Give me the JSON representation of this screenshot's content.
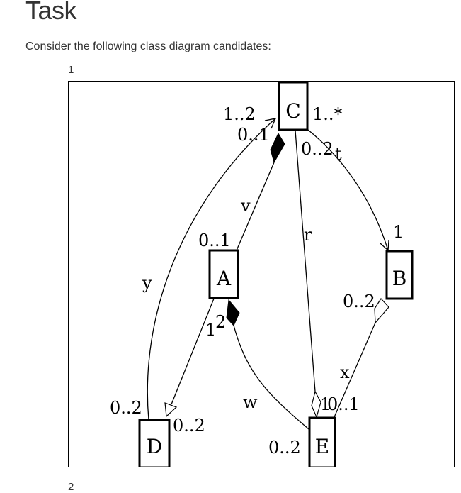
{
  "page": {
    "title": "Task",
    "intro": "Consider the following class diagram candidates:",
    "candidates": [
      {
        "label": "1"
      },
      {
        "label": "2"
      }
    ]
  },
  "diagram": {
    "classes": [
      {
        "id": "C",
        "label": "C"
      },
      {
        "id": "A",
        "label": "A"
      },
      {
        "id": "B",
        "label": "B"
      },
      {
        "id": "D",
        "label": "D"
      },
      {
        "id": "E",
        "label": "E"
      }
    ],
    "associations": [
      {
        "name": "v",
        "from": "A",
        "to": "C",
        "end_type": "composition-at-C",
        "mult_A": "0..1",
        "mult_C": "0..1"
      },
      {
        "name": "y",
        "from": "D",
        "to": "C",
        "end_type": "navigable-arrow-to-C",
        "mult_D": "0..2",
        "mult_C": "1..2"
      },
      {
        "name": "t",
        "from": "C",
        "to": "B",
        "end_type": "navigable-arrow-to-B",
        "mult_C": "1..*",
        "mult_B": "1"
      },
      {
        "name": "r",
        "from": "C",
        "to": "E",
        "end_type": "aggregation-at-E",
        "mult_C": "0..2",
        "mult_E": "1"
      },
      {
        "name": "x",
        "from": "E",
        "to": "B",
        "end_type": "aggregation-at-B",
        "mult_E": "0..1",
        "mult_B": "0..2"
      },
      {
        "name": "w",
        "from": "A",
        "to": "E",
        "end_type": "composition-at-A",
        "mult_A": "2",
        "mult_E": "0..2"
      },
      {
        "name": "",
        "from": "A",
        "to": "D",
        "end_type": "generalization-to-D",
        "mult_A": "1",
        "mult_D": "0..2"
      }
    ],
    "labels": {
      "c_12": "1..2",
      "c_01": "0..1",
      "c_1star": "1..*",
      "c_02": "0..2",
      "t": "t",
      "v": "v",
      "r": "r",
      "a_01": "0..1",
      "b_1": "1",
      "y": "y",
      "b_02": "0..2",
      "a_1": "1",
      "a_2": "2",
      "x": "x",
      "d_02_left": "0..2",
      "w": "w",
      "e_1": "1",
      "e_01": "0..1",
      "d_02_right": "0..2",
      "e_02": "0..2"
    }
  }
}
